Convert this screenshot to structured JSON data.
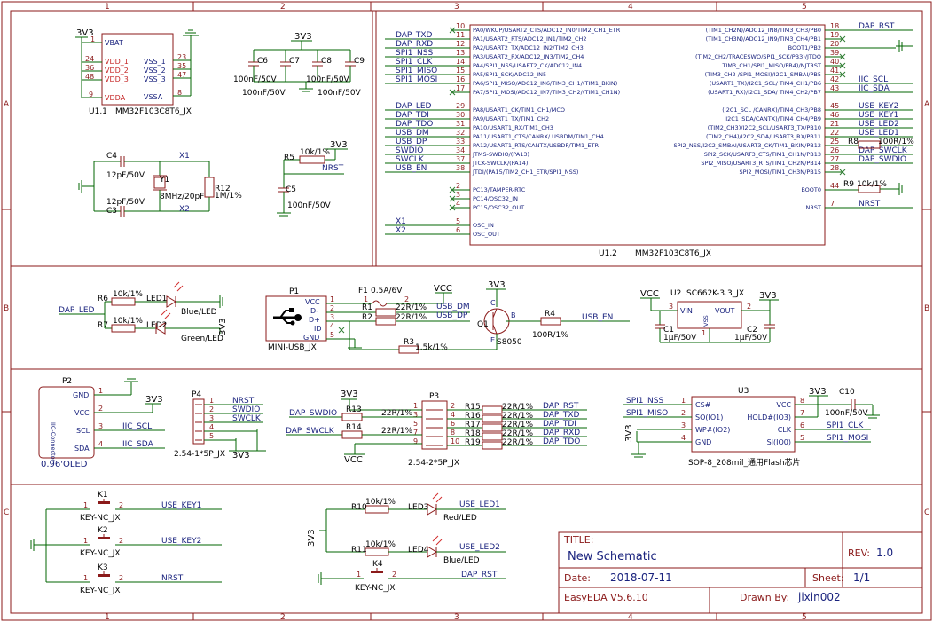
{
  "border": {
    "columns": [
      "1",
      "2",
      "3",
      "4",
      "5"
    ],
    "rows": [
      "A",
      "B",
      "C"
    ]
  },
  "power": {
    "v33": "3V3",
    "vcc": "VCC"
  },
  "u11": {
    "designator": "U1.1",
    "value": "MM32F103C8T6_JX",
    "left_pins": [
      {
        "num": "1",
        "name": "VBAT"
      },
      {
        "num": "24",
        "name": "VDD_1"
      },
      {
        "num": "36",
        "name": "VDD_2"
      },
      {
        "num": "48",
        "name": "VDD_3"
      },
      {
        "num": "9",
        "name": "VDDA"
      }
    ],
    "right_pins": [
      {
        "num": "23",
        "name": "VSS_1"
      },
      {
        "num": "35",
        "name": "VSS_2"
      },
      {
        "num": "47",
        "name": "VSS_3"
      },
      {
        "num": "8",
        "name": "VSSA"
      }
    ]
  },
  "decoupling": {
    "caps": [
      {
        "ref": "C6",
        "value": "100nF/50V"
      },
      {
        "ref": "C7",
        "value": "100nF/50V"
      },
      {
        "ref": "C8",
        "value": "100nF/50V"
      },
      {
        "ref": "C9",
        "value": "100nF/50V"
      }
    ]
  },
  "crystal": {
    "c4": "C4",
    "c4_value": "12pF/50V",
    "c3": "C3",
    "c3_value": "12pF/50V",
    "y1": "Y1",
    "y1_value": "8MHz/20pF",
    "r12": "R12",
    "r12_value": "1M/1%",
    "x1": "X1",
    "x2": "X2"
  },
  "reset": {
    "r5": "R5",
    "r5_value": "10k/1%",
    "c5": "C5",
    "c5_value": "100nF/50V",
    "net": "NRST"
  },
  "u12": {
    "designator": "U1.2",
    "value": "MM32F103C8T6_JX",
    "left_pins": [
      {
        "net": "",
        "num": "10",
        "name": "PA0/WKUP/USART2_CTS/ADC12_IN0/TIM2_CH1_ETR"
      },
      {
        "net": "DAP_TXD",
        "num": "11",
        "name": "PA1/USART2_RTS/ADC12_IN1/TIM2_CH2"
      },
      {
        "net": "DAP_RXD",
        "num": "12",
        "name": "PA2/USART2_TX/ADC12_IN2/TIM2_CH3"
      },
      {
        "net": "SPI1_NSS",
        "num": "13",
        "name": "PA3/USART2_RX/ADC12_IN3/TIM2_CH4"
      },
      {
        "net": "SPI1_CLK",
        "num": "14",
        "name": "PA4/SPI1_NSS/USART2_CK/ADC12_IN4"
      },
      {
        "net": "SPI1_MISO",
        "num": "15",
        "name": "PA5/SPI1_SCK/ADC12_IN5"
      },
      {
        "net": "SPI1_MOSI",
        "num": "16",
        "name": "PA6/SPI1_MISO/ADC12_IN6/TIM3_CH1/(TIM1_BKIN)"
      },
      {
        "net": "",
        "num": "17",
        "name": "PA7/SPI1_MOSI/ADC12_IN7/TIM3_CH2/(TIM1_CH1N)"
      },
      {
        "net": "DAP_LED",
        "num": "29",
        "name": "PA8/USART1_CK/TIM1_CH1/MCO"
      },
      {
        "net": "DAP_TDI",
        "num": "30",
        "name": "PA9/USART1_TX/TIM1_CH2"
      },
      {
        "net": "DAP_TDO",
        "num": "31",
        "name": "PA10/USART1_RX/TIM1_CH3"
      },
      {
        "net": "USB_DM",
        "num": "32",
        "name": "PA11/USART1_CTS/CANRX/ USBDM/TIM1_CH4"
      },
      {
        "net": "USB_DP",
        "num": "33",
        "name": "PA12/USART1_RTS/CANTX/USBDP/TIM1_ETR"
      },
      {
        "net": "SWDIO",
        "num": "34",
        "name": "JTMS-SWDIO/(PA13)"
      },
      {
        "net": "SWCLK",
        "num": "37",
        "name": "JTCK-SWCLK/(PA14)"
      },
      {
        "net": "USB_EN",
        "num": "38",
        "name": "JTDI/(PA15/TIM2_CH1_ETR/SPI1_NSS)"
      },
      {
        "net": "",
        "num": "2",
        "name": "PC13/TAMPER-RTC"
      },
      {
        "net": "",
        "num": "3",
        "name": "PC14/OSC32_IN"
      },
      {
        "net": "",
        "num": "4",
        "name": "PC15/OSC32_OUT"
      },
      {
        "net": "X1",
        "num": "5",
        "name": "OSC_IN"
      },
      {
        "net": "X2",
        "num": "6",
        "name": "OSC_OUT"
      }
    ],
    "right_pins": [
      {
        "net": "DAP_RST",
        "num": "18",
        "name": "(TIM1_CH2N)/ADC12_IN8/TIM3_CH3/PB0"
      },
      {
        "net": "",
        "num": "19",
        "name": "(TIM1_CH3N)/ADC12_IN9/TIM3_CH4/PB1"
      },
      {
        "net": "",
        "num": "20",
        "name": "BOOT1/PB2"
      },
      {
        "net": "",
        "num": "39",
        "name": "(TIM2_CH2/TRACESWO/SPI1_SCK/PB3)/JTDO"
      },
      {
        "net": "",
        "num": "40",
        "name": "TIM3_CH1/SPI1_MISO/PB4)/NJTRST"
      },
      {
        "net": "",
        "num": "41",
        "name": "(TIM3_CH2 /SPI1_MOSI)/I2C1_SMBAI/PB5"
      },
      {
        "net": "IIC_SCL",
        "num": "42",
        "name": "(USART1_TX)/I2C1_SCL/ TIM4_CH1/PB6"
      },
      {
        "net": "IIC_SDA",
        "num": "43",
        "name": "(USART1_RX)/I2C1_SDA/ TIM4_CH2/PB7"
      },
      {
        "net": "USE_KEY2",
        "num": "45",
        "name": "(I2C1_SCL /CANRX)/TIM4_CH3/PB8"
      },
      {
        "net": "USE_KEY1",
        "num": "46",
        "name": "I2C1_SDA/CANTX)/TIM4_CH4/PB9"
      },
      {
        "net": "USE_LED2",
        "num": "21",
        "name": "(TIM2_CH3)/I2C2_SCL/USART3_TX/PB10"
      },
      {
        "net": "USE_LED1",
        "num": "22",
        "name": "(TIM2_CH4)/I2C2_SDA/USART3_RX/PB11"
      },
      {
        "net": "",
        "num": "25",
        "name": "SPI2_NSS/I2C2_SMBAI/USART3_CK/TIM1_BKIN/PB12"
      },
      {
        "net": "DAP_SWCLK",
        "num": "26",
        "name": "SPI2_SCK/USART3_CTS/TIM1_CH1N/PB13"
      },
      {
        "net": "DAP_SWDIO",
        "num": "27",
        "name": "SPI2_MISO/USART3_RTS/TIM1_CH2N/PB14"
      },
      {
        "net": "",
        "num": "28",
        "name": "SPI2_MOSI/TIM1_CH3N/PB15"
      },
      {
        "net": "",
        "num": "44",
        "name": "BOOT0"
      },
      {
        "net": "NRST",
        "num": "7",
        "name": "NRST"
      }
    ],
    "r8": "R8",
    "r8_value": "100R/1%",
    "r9": "R9",
    "r9_value": "10k/1%"
  },
  "leds": {
    "r6": "R6",
    "r6_value": "10k/1%",
    "led1": "LED1",
    "led1_value": "Blue/LED",
    "r7": "R7",
    "r7_value": "10k/1%",
    "led2": "LED2",
    "led2_value": "Green/LED",
    "net": "DAP_LED"
  },
  "usb": {
    "p1": "P1",
    "p1_value": "MINI-USB_JX",
    "pins": [
      {
        "num": "1",
        "name": "VCC"
      },
      {
        "num": "2",
        "name": "D-"
      },
      {
        "num": "3",
        "name": "D+"
      },
      {
        "num": "4",
        "name": "ID"
      },
      {
        "num": "5",
        "name": "GND"
      }
    ],
    "f1": "F1",
    "f1_value": "0.5A/6V",
    "r1": "R1",
    "r1_value": "22R/1%",
    "r2": "R2",
    "r2_value": "22R/1%",
    "r3": "R3",
    "r3_value": "1.5k/1%",
    "net_dm": "USB_DM",
    "net_dp": "USB_DP",
    "f1_pin1": "1",
    "f1_pin2": "2"
  },
  "transistor": {
    "q1": "Q1",
    "q1_value": "S8050",
    "r4": "R4",
    "r4_value": "100R/1%",
    "net": "USB_EN",
    "c": "C",
    "b": "B",
    "e": "E"
  },
  "regulator": {
    "u2": "U2",
    "u2_value": "SC662K-3.3_JX",
    "vin": "VIN",
    "vout": "VOUT",
    "vss": "VSS",
    "c1": "C1",
    "c1_value": "1μF/50V",
    "c2": "C2",
    "c2_value": "1μF/50V",
    "pin_vin": "3",
    "pin_vout": "2",
    "pin_vss": "1"
  },
  "oled": {
    "p2": "P2",
    "title": "IIC-Connector",
    "value": "0.96'OLED",
    "pins": [
      {
        "num": "1",
        "name": "GND",
        "net": ""
      },
      {
        "num": "2",
        "name": "VCC",
        "net": ""
      },
      {
        "num": "3",
        "name": "SCL",
        "net": "IIC_SCL"
      },
      {
        "num": "4",
        "name": "SDA",
        "net": "IIC_SDA"
      }
    ]
  },
  "p4": {
    "ref": "P4",
    "value": "2.54-1*5P_JX",
    "pins": [
      {
        "num": "1",
        "net": "NRST"
      },
      {
        "num": "2",
        "net": "SWDIO"
      },
      {
        "num": "3",
        "net": "SWCLK"
      },
      {
        "num": "4",
        "net": ""
      },
      {
        "num": "5",
        "net": ""
      }
    ]
  },
  "p3": {
    "ref": "P3",
    "value": "2.54-2*5P_JX",
    "left_nums": [
      "1",
      "3",
      "5",
      "7",
      "9"
    ],
    "right_nums": [
      "2",
      "4",
      "6",
      "8",
      "10"
    ],
    "r13": "R13",
    "r13_value": "22R/1%",
    "r14": "R14",
    "r14_value": "22R/1%",
    "net_swdio": "DAP_SWDIO",
    "net_swclk": "DAP_SWCLK",
    "right": [
      {
        "ref": "R15",
        "value": "22R/1%",
        "net": "DAP_RST"
      },
      {
        "ref": "R16",
        "value": "22R/1%",
        "net": "DAP_TXD"
      },
      {
        "ref": "R17",
        "value": "22R/1%",
        "net": "DAP_TDI"
      },
      {
        "ref": "R18",
        "value": "22R/1%",
        "net": "DAP_RXD"
      },
      {
        "ref": "R19",
        "value": "22R/1%",
        "net": "DAP_TDO"
      }
    ]
  },
  "flash": {
    "u3": "U3",
    "value": "SOP-8_208mil_通用Flash芯片",
    "left_pins": [
      {
        "num": "1",
        "name": "CS#",
        "net": "SPI1_NSS"
      },
      {
        "num": "2",
        "name": "SO(IO1)",
        "net": "SPI1_MISO"
      },
      {
        "num": "3",
        "name": "WP#(IO2)",
        "net": ""
      },
      {
        "num": "4",
        "name": "GND",
        "net": ""
      }
    ],
    "right_pins": [
      {
        "num": "8",
        "name": "VCC",
        "net": ""
      },
      {
        "num": "7",
        "name": "HOLD#(IO3)",
        "net": ""
      },
      {
        "num": "6",
        "name": "CLK",
        "net": "SPI1_CLK"
      },
      {
        "num": "5",
        "name": "SI(IO0)",
        "net": "SPI1_MOSI"
      }
    ],
    "c10": "C10",
    "c10_value": "100nF/50V"
  },
  "keys": {
    "k1": "K1",
    "k2": "K2",
    "k3": "K3",
    "k4": "K4",
    "k_value": "KEY-NC_JX",
    "net_k1": "USE_KEY1",
    "net_k2": "USE_KEY2",
    "net_k3": "NRST",
    "net_k4": "DAP_RST",
    "pin1": "1",
    "pin2": "2"
  },
  "user_leds": {
    "r10": "R10",
    "r10_value": "10k/1%",
    "led3": "LED3",
    "led3_value": "Red/LED",
    "net3": "USE_LED1",
    "r11": "R11",
    "r11_value": "10k/1%",
    "led4": "LED4",
    "led4_value": "Blue/LED",
    "net4": "USE_LED2"
  },
  "title_block": {
    "title_label": "TITLE:",
    "title": "New Schematic",
    "rev_label": "REV:",
    "rev": "1.0",
    "date_label": "Date:",
    "date": "2018-07-11",
    "sheet_label": "Sheet:",
    "sheet": "1/1",
    "tool": "EasyEDA V5.6.10",
    "drawn_label": "Drawn By:",
    "drawn": "jixin002"
  }
}
